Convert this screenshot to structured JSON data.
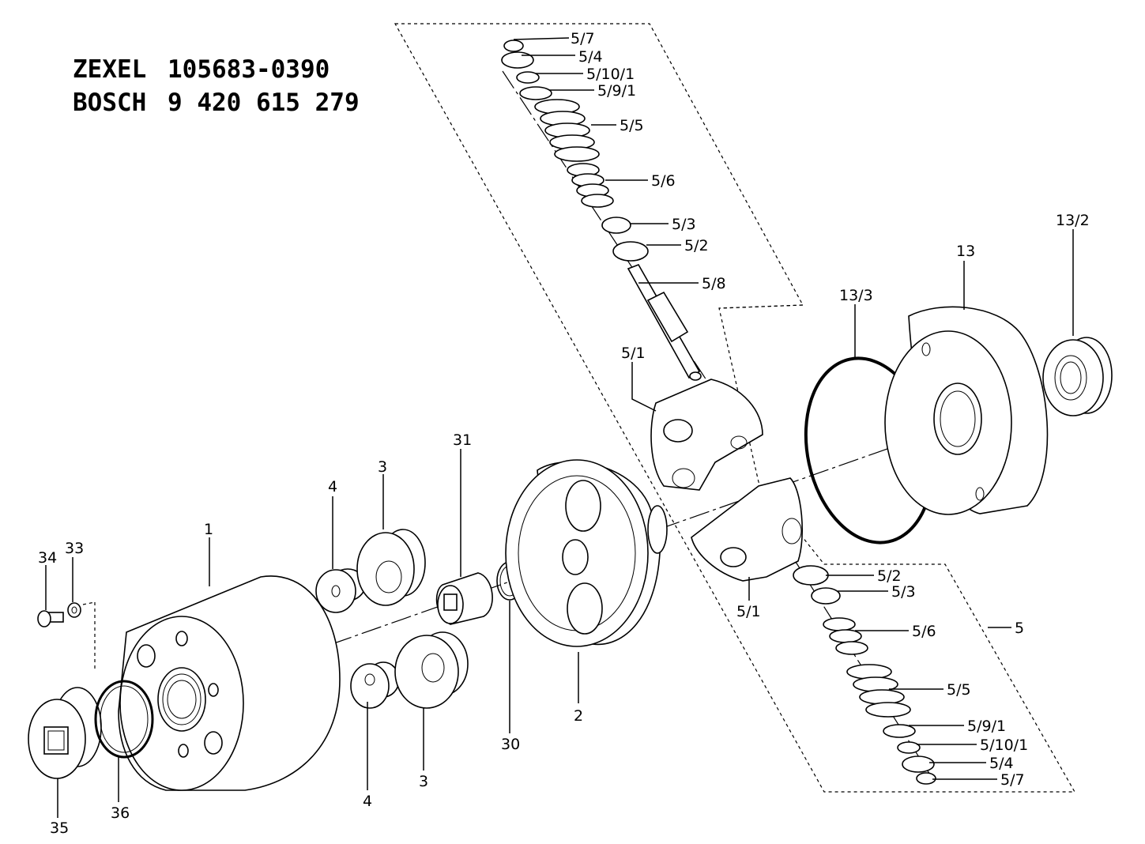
{
  "header": {
    "row1_brand": "ZEXEL",
    "row1_number": "105683-0390",
    "row2_brand": "BOSCH",
    "row2_number": "9 420 615 279"
  },
  "labels": {
    "p1": "1",
    "p2": "2",
    "p3a": "3",
    "p3b": "3",
    "p4a": "4",
    "p4b": "4",
    "p5": "5",
    "p5_1a": "5/1",
    "p5_1b": "5/1",
    "p5_2a": "5/2",
    "p5_2b": "5/2",
    "p5_3a": "5/3",
    "p5_3b": "5/3",
    "p5_4a": "5/4",
    "p5_4b": "5/4",
    "p5_5a": "5/5",
    "p5_5b": "5/5",
    "p5_6a": "5/6",
    "p5_6b": "5/6",
    "p5_7a": "5/7",
    "p5_7b": "5/7",
    "p5_8": "5/8",
    "p5_9_1a": "5/9/1",
    "p5_9_1b": "5/9/1",
    "p5_10_1a": "5/10/1",
    "p5_10_1b": "5/10/1",
    "p13": "13",
    "p13_2": "13/2",
    "p13_3": "13/3",
    "p30": "30",
    "p31": "31",
    "p33": "33",
    "p34": "34",
    "p35": "35",
    "p36": "36"
  }
}
